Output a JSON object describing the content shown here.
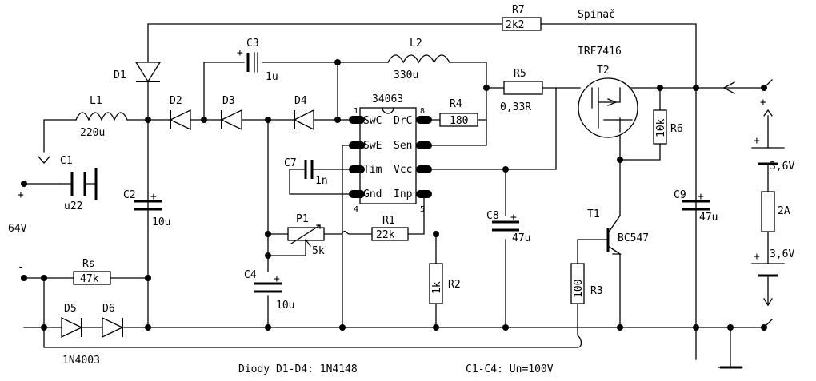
{
  "components": {
    "R7": {
      "ref": "R7",
      "value": "2k2"
    },
    "spinac": "Spinač",
    "T2": {
      "ref": "T2",
      "part": "IRF7416"
    },
    "C3": {
      "ref": "C3",
      "value": "1u"
    },
    "L2": {
      "ref": "L2",
      "value": "330u"
    },
    "D1": "D1",
    "D2": "D2",
    "D3": "D3",
    "D4": "D4",
    "L1": {
      "ref": "L1",
      "value": "220u"
    },
    "IC": {
      "part": "34063",
      "pins": {
        "p1": "1",
        "p8": "8",
        "p4": "4",
        "p5": "5"
      },
      "labels": {
        "swc": "SwC",
        "drc": "DrC",
        "swe": "SwE",
        "sen": "Sen",
        "tim": "Tim",
        "vcc": "Vcc",
        "gnd": "Gnd",
        "inp": "Inp"
      }
    },
    "R4": {
      "ref": "R4",
      "value": "180"
    },
    "R5": {
      "ref": "R5",
      "value": "0,33R"
    },
    "R6": {
      "ref": "R6",
      "value": "10k"
    },
    "C1": {
      "ref": "C1",
      "value": "u22"
    },
    "C7": {
      "ref": "C7",
      "value": "1n"
    },
    "C2": {
      "ref": "C2",
      "value": "10u"
    },
    "C8": {
      "ref": "C8",
      "value": "47u"
    },
    "C9": {
      "ref": "C9",
      "value": "47u"
    },
    "C4": {
      "ref": "C4",
      "value": "10u"
    },
    "P1": {
      "ref": "P1",
      "value": "5k"
    },
    "R1": {
      "ref": "R1",
      "value": "22k"
    },
    "R2": {
      "ref": "R2",
      "value": "1k"
    },
    "R3": {
      "ref": "R3",
      "value": "100"
    },
    "T1": {
      "ref": "T1",
      "part": "BC547"
    },
    "Rs": {
      "ref": "Rs",
      "value": "47k"
    },
    "D5": "D5",
    "D6": "D6",
    "diode_part": "1N4003",
    "battery": {
      "cell1": "3,6V",
      "cell2": "3,6V",
      "fuse": "2A"
    }
  },
  "terminals": {
    "plus_in": "+",
    "minus_in": "-",
    "voltage_in": "64V",
    "plus_out": "+"
  },
  "notes": {
    "diodes": "Diody D1-D4: 1N4148",
    "caps": "C1-C4: Un=100V"
  }
}
